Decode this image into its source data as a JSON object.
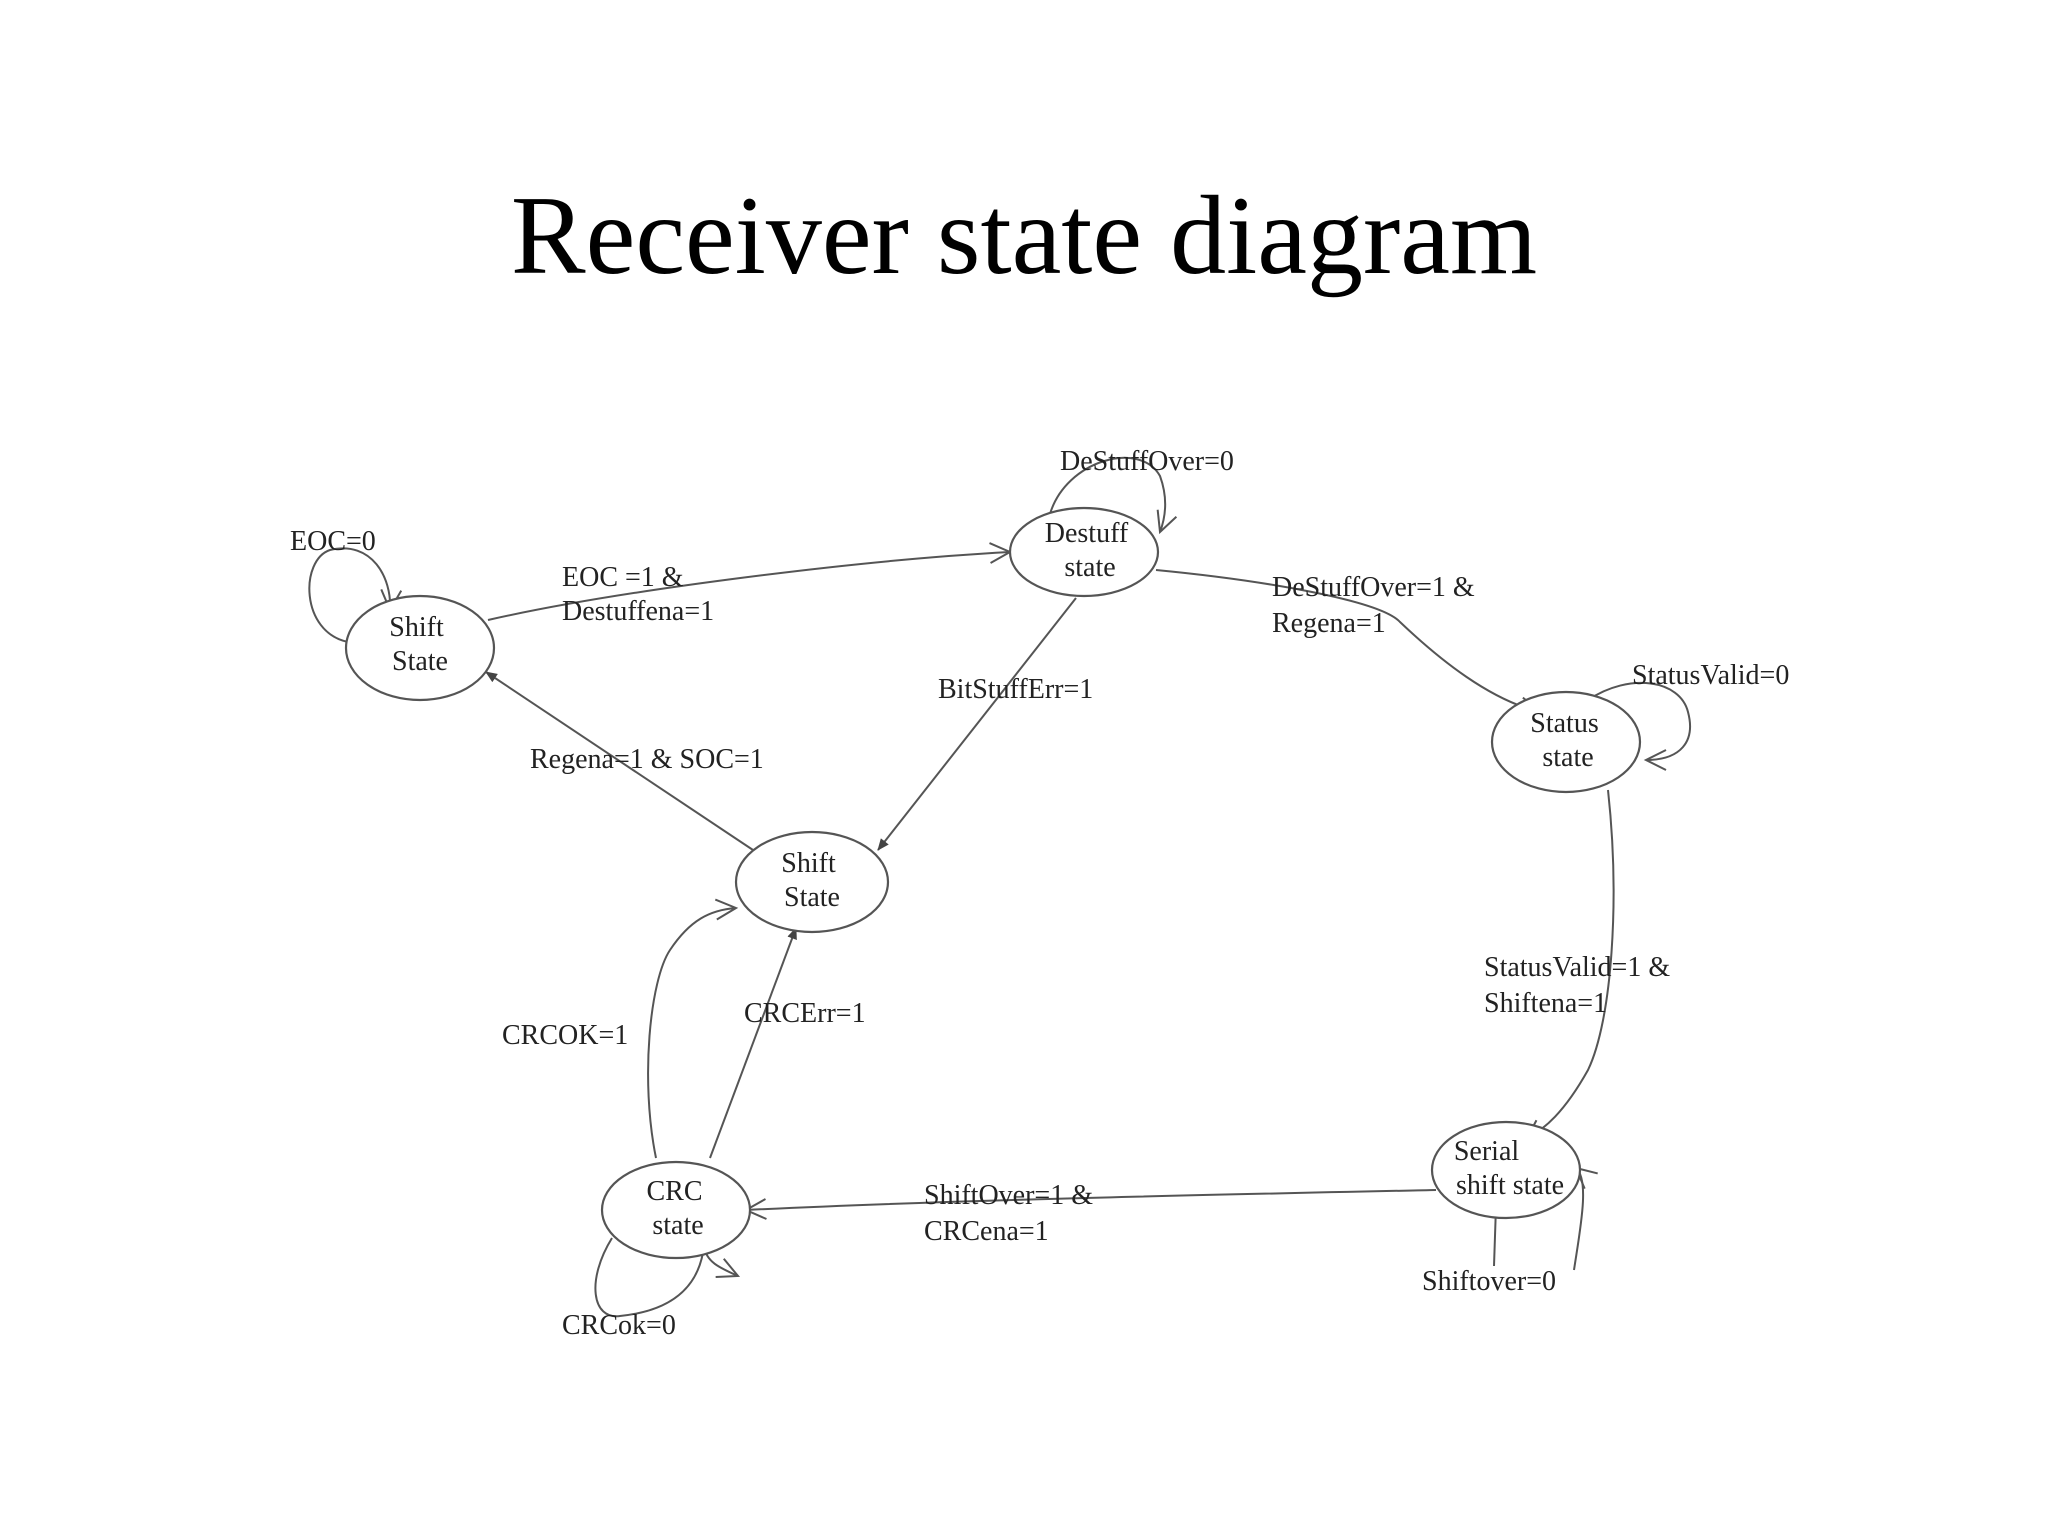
{
  "title": "Receiver state diagram",
  "nodes": [
    {
      "id": "shift_state_top",
      "lines": [
        "Shift",
        "State"
      ]
    },
    {
      "id": "destuff_state",
      "lines": [
        "Destuff",
        "state"
      ]
    },
    {
      "id": "status_state",
      "lines": [
        "Status",
        "state"
      ]
    },
    {
      "id": "shift_state_mid",
      "lines": [
        "Shift",
        "State"
      ]
    },
    {
      "id": "crc_state",
      "lines": [
        "CRC",
        "state"
      ]
    },
    {
      "id": "serial_shift_state",
      "lines": [
        "Serial",
        "shift state"
      ]
    }
  ],
  "edges": [
    {
      "id": "self_eoc",
      "from": "shift_state_top",
      "to": "shift_state_top",
      "lines": [
        "EOC=0"
      ]
    },
    {
      "id": "eoc_destuff",
      "from": "shift_state_top",
      "to": "destuff_state",
      "lines": [
        "EOC =1 &",
        "Destuffena=1"
      ]
    },
    {
      "id": "self_destuffover",
      "from": "destuff_state",
      "to": "destuff_state",
      "lines": [
        "DeStuffOver=0"
      ]
    },
    {
      "id": "destuff_status",
      "from": "destuff_state",
      "to": "status_state",
      "lines": [
        "DeStuffOver=1 &",
        "Regena=1"
      ]
    },
    {
      "id": "self_statusvalid",
      "from": "status_state",
      "to": "status_state",
      "lines": [
        "StatusValid=0"
      ]
    },
    {
      "id": "bitstufferr",
      "from": "destuff_state",
      "to": "shift_state_mid",
      "lines": [
        "BitStuffErr=1"
      ]
    },
    {
      "id": "regena_soc",
      "from": "shift_state_mid",
      "to": "shift_state_top",
      "lines": [
        "Regena=1 & SOC=1"
      ]
    },
    {
      "id": "statusvalid_shift",
      "from": "status_state",
      "to": "serial_shift_state",
      "lines": [
        "StatusValid=1 &",
        "Shiftena=1"
      ]
    },
    {
      "id": "self_shiftover",
      "from": "serial_shift_state",
      "to": "serial_shift_state",
      "lines": [
        "Shiftover=0"
      ]
    },
    {
      "id": "shiftover_crc",
      "from": "serial_shift_state",
      "to": "crc_state",
      "lines": [
        "ShiftOver=1 &",
        "CRCena=1"
      ]
    },
    {
      "id": "crcok",
      "from": "crc_state",
      "to": "shift_state_mid",
      "lines": [
        "CRCOK=1"
      ]
    },
    {
      "id": "crcerr",
      "from": "crc_state",
      "to": "shift_state_mid",
      "lines": [
        "CRCErr=1"
      ]
    },
    {
      "id": "self_crcok",
      "from": "crc_state",
      "to": "crc_state",
      "lines": [
        "CRCok=0"
      ]
    }
  ]
}
